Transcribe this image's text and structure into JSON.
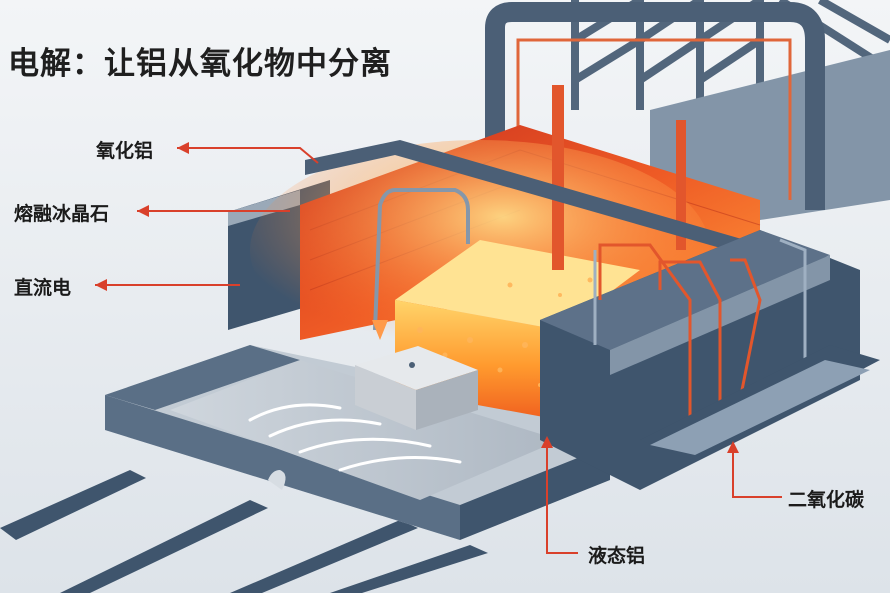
{
  "title": "电解：让铝从氧化物中分离",
  "labels": {
    "alumina": "氧化铝",
    "cryolite": "熔融冰晶石",
    "dc": "直流电",
    "liquid_al": "液态铝",
    "co2": "二氧化碳"
  },
  "colors": {
    "steel": "#3f556d",
    "steel_light": "#5d7189",
    "molten": "#ff8a2a",
    "hot_wall": "#e8532a",
    "leader": "#d9402b",
    "background": "#e9edf1"
  }
}
